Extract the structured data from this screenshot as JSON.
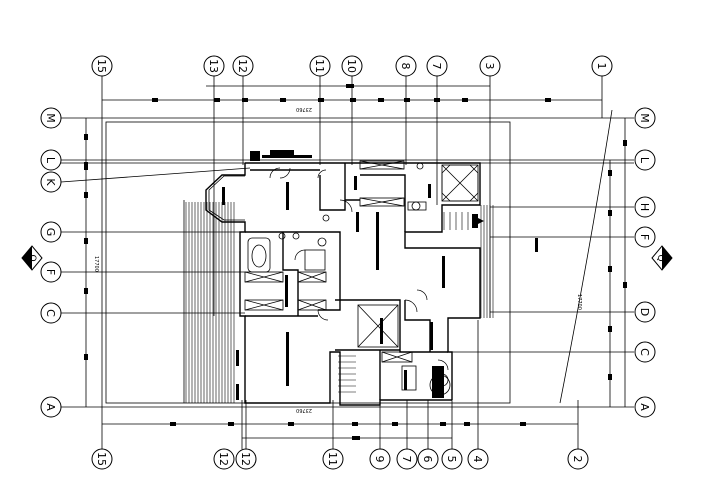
{
  "grid_top": [
    "15",
    "13",
    "12",
    "11",
    "10",
    "8",
    "7",
    "3",
    "1"
  ],
  "grid_bottom": [
    "15",
    "12",
    "12",
    "11",
    "9",
    "7",
    "6",
    "5",
    "4",
    "2"
  ],
  "grid_left": [
    "M",
    "L",
    "K",
    "G",
    "F",
    "C",
    "A"
  ],
  "grid_right": [
    "M",
    "L",
    "H",
    "F",
    "D",
    "C",
    "A"
  ],
  "dim_top": "23760",
  "dim_bottom": "23760",
  "dim_left": "17700",
  "dim_right": "17700",
  "elev_left": "Q",
  "elev_right": "Q"
}
